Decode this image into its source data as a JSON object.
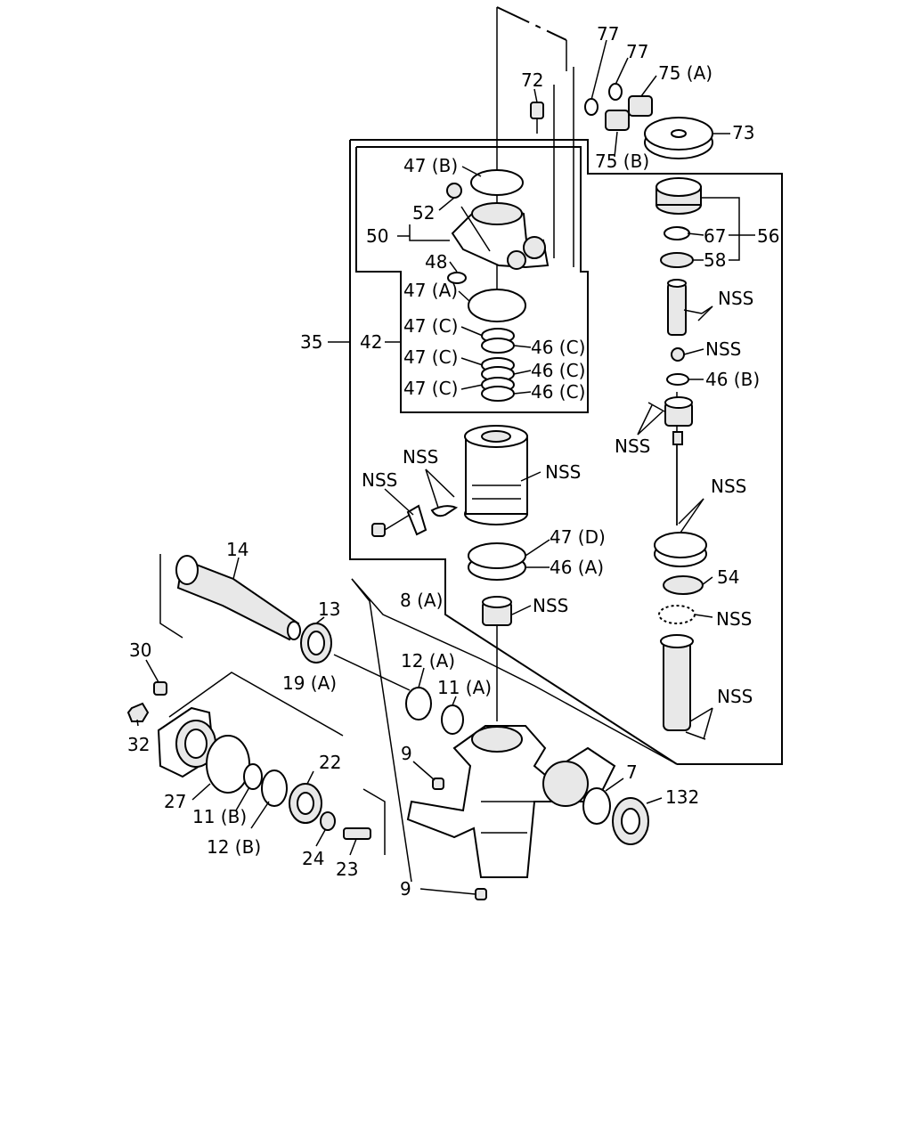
{
  "labels": {
    "l77a": "77",
    "l77b": "77",
    "l75a": "75 (A)",
    "l72": "72",
    "l73": "73",
    "l75b": "75 (B)",
    "l47b": "47 (B)",
    "l52": "52",
    "l50": "50",
    "l67": "67",
    "l56": "56",
    "l58": "58",
    "l48": "48",
    "l47a": "47 (A)",
    "l47c1": "47 (C)",
    "l47c2": "47 (C)",
    "l47c3": "47 (C)",
    "l46c1": "46 (C)",
    "l46c2": "46 (C)",
    "l46c3": "46 (C)",
    "l35": "35",
    "l42": "42",
    "nss_valve": "NSS",
    "nss_ball": "NSS",
    "l46b": "46 (B)",
    "nss_pins": "NSS",
    "nss_a": "NSS",
    "nss_b": "NSS",
    "nss_c": "NSS",
    "nss_rod": "NSS",
    "l47d": "47 (D)",
    "l46a": "46 (A)",
    "l54": "54",
    "nss_plug": "NSS",
    "nss_balls": "NSS",
    "nss_worm": "NSS",
    "l14": "14",
    "l13": "13",
    "l8a": "8 (A)",
    "l12a": "12 (A)",
    "l11a": "11 (A)",
    "l30": "30",
    "l19a": "19 (A)",
    "l32": "32",
    "l22": "22",
    "l9a": "9",
    "l7": "7",
    "l132": "132",
    "l27": "27",
    "l11b": "11 (B)",
    "l12b": "12 (B)",
    "l24": "24",
    "l23": "23",
    "l9b": "9"
  }
}
